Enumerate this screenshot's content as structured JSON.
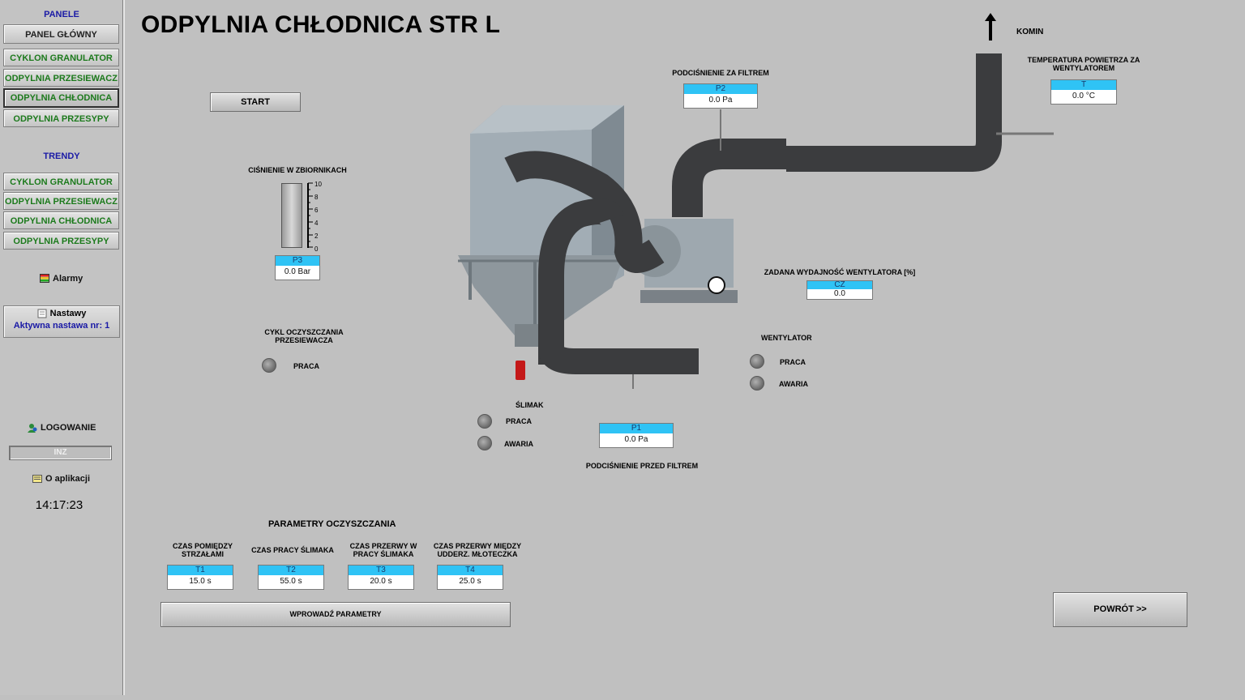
{
  "sidebar": {
    "panels_title": "PANELE",
    "main_panel": "PANEL GŁÓWNY",
    "panel_items": [
      "CYKLON GRANULATOR",
      "ODPYLNIA PRZESIEWACZ",
      "ODPYLNIA CHŁODNICA",
      "ODPYLNIA PRZESYPY"
    ],
    "trends_title": "TRENDY",
    "trend_items": [
      "CYKLON GRANULATOR",
      "ODPYLNIA PRZESIEWACZ",
      "ODPYLNIA CHŁODNICA",
      "ODPYLNIA PRZESYPY"
    ],
    "alarms": "Alarmy",
    "nastawy": "Nastawy",
    "active_setting_label": "Aktywna nastawa nr:",
    "active_setting_value": "1",
    "login": "LOGOWANIE",
    "user": "INZ",
    "about": "O aplikacji",
    "clock": "14:17:23"
  },
  "title": "ODPYLNIA CHŁODNICA STR L",
  "start_button": "START",
  "komin": "KOMIN",
  "tank_pressure": {
    "label": "CIŚNIENIE W ZBIORNIKACH",
    "scale": [
      "10",
      "8",
      "6",
      "4",
      "2",
      "0"
    ],
    "tag": "P3",
    "value": "0.0 Bar",
    "level_fraction": 0
  },
  "p2": {
    "label": "PODCIŚNIENIE ZA FILTREM",
    "tag": "P2",
    "value": "0.0 Pa"
  },
  "temp": {
    "label_line1": "TEMPERATURA POWIETRZA ZA",
    "label_line2": "WENTYLATOREM",
    "tag": "T",
    "value": "0.0 °C"
  },
  "fan_setpoint": {
    "label": "ZADANA WYDAJNOŚĆ WENTYLATORA [%]",
    "tag": "CZ",
    "value": "0.0"
  },
  "fan": {
    "label": "WENTYLATOR",
    "run": "PRACA",
    "fault": "AWARIA"
  },
  "cleaning_cycle": {
    "label_line1": "CYKL OCZYSZCZANIA",
    "label_line2": "PRZESIEWACZA",
    "run": "PRACA"
  },
  "screw": {
    "label": "ŚLIMAK",
    "run": "PRACA",
    "fault": "AWARIA"
  },
  "p1": {
    "label": "PODCIŚNIENIE PRZED FILTREM",
    "tag": "P1",
    "value": "0.0 Pa"
  },
  "params": {
    "title": "PARAMETRY OCZYSZCZANIA",
    "items": [
      {
        "label_line1": "CZAS POMIĘDZY",
        "label_line2": "STRZAŁAMI",
        "tag": "T1",
        "value": "15.0 s"
      },
      {
        "label_line1": "CZAS PRACY ŚLIMAKA",
        "label_line2": "",
        "tag": "T2",
        "value": "55.0 s"
      },
      {
        "label_line1": "CZAS PRZERWY W",
        "label_line2": "PRACY ŚLIMAKA",
        "tag": "T3",
        "value": "20.0 s"
      },
      {
        "label_line1": "CZAS PRZERWY MIĘDZY",
        "label_line2": "UDDERZ. MŁOTECZKA",
        "tag": "T4",
        "value": "25.0 s"
      }
    ],
    "submit": "WPROWADŹ PARAMETRY"
  },
  "back_button": "POWRÓT >>",
  "colors": {
    "tag_header": "#2fc3f5",
    "nav_text": "#1c7a1c",
    "section_title": "#1a1aa6",
    "duct": "#3b3c3e",
    "filter_body": "#9aa5ad"
  }
}
